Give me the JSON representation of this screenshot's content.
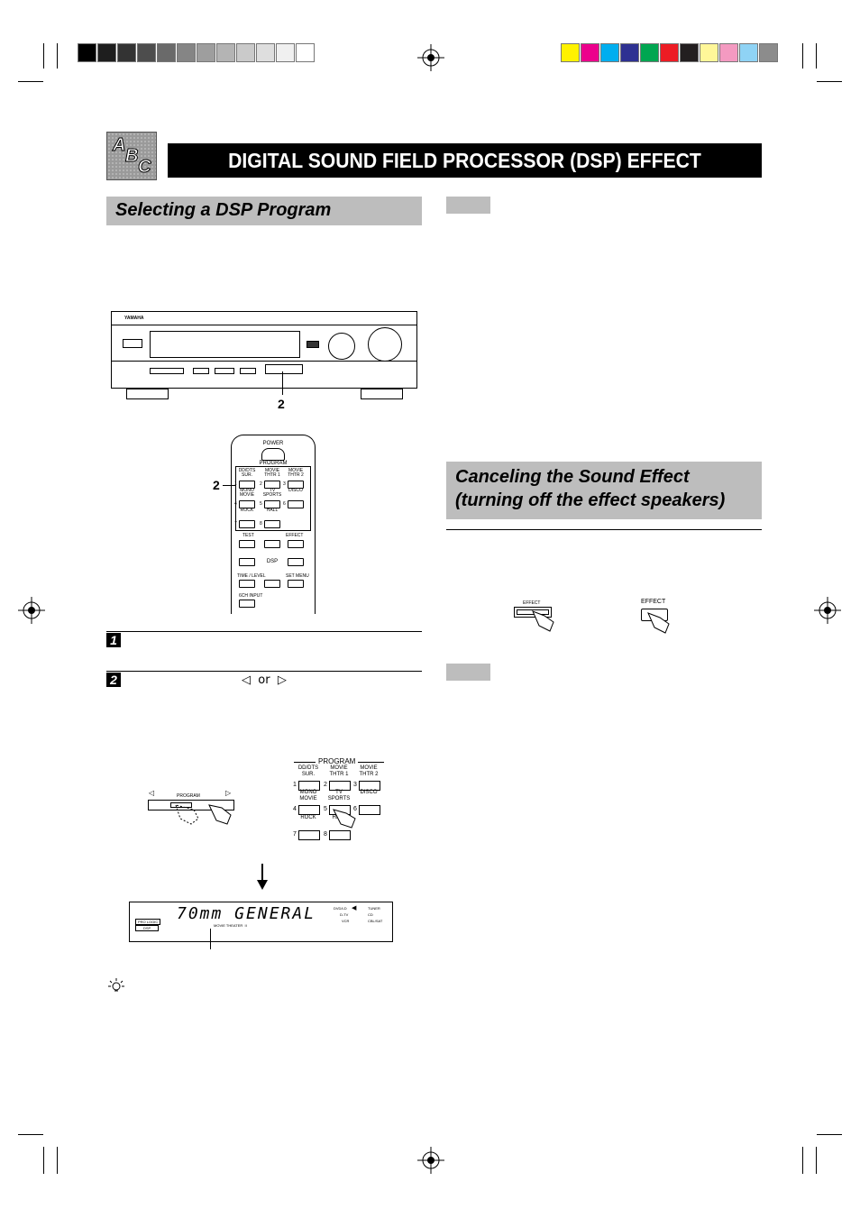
{
  "header": {
    "title": "DIGITAL SOUND FIELD PROCESSOR (DSP) EFFECT",
    "abc_icon_letters": [
      "A",
      "B",
      "C"
    ]
  },
  "colors": {
    "gray_bars": [
      "#000000",
      "#1e1e1e",
      "#333333",
      "#4d4d4d",
      "#6a6a6a",
      "#858585",
      "#9e9e9e",
      "#b4b4b4",
      "#cacaca",
      "#dedede",
      "#f0f0f0",
      "#ffffff"
    ],
    "color_bars": [
      "#fff200",
      "#ec008c",
      "#00aeef",
      "#2e3192",
      "#00a651",
      "#ed1c24",
      "#231f20",
      "#fff799",
      "#f49ac1",
      "#8fd3f5",
      "#8c8c8c"
    ],
    "section_gray": "#bdbdbd"
  },
  "left_section": {
    "title": "Selecting a DSP Program",
    "receiver_brand": "YAMAHA",
    "receiver_callout": "2",
    "remote": {
      "power_label": "POWER",
      "program_label": "PROGRAM",
      "buttons": [
        {
          "num": "1",
          "label": "DD/DTS SUR."
        },
        {
          "num": "2",
          "label": "MOVIE THTR 1"
        },
        {
          "num": "3",
          "label": "MOVIE THTR 2"
        },
        {
          "num": "4",
          "label": "MONO MOVIE"
        },
        {
          "num": "5",
          "label": "TV SPORTS"
        },
        {
          "num": "6",
          "label": "DISCO"
        },
        {
          "num": "7",
          "label": "ROCK"
        },
        {
          "num": "8",
          "label": "HALL"
        }
      ],
      "test_label": "TEST",
      "effect_label": "EFFECT",
      "dsp_label": "DSP",
      "time_level_label": "TIME / LEVEL",
      "set_menu_label": "SET MENU",
      "input_6ch_label": "6CH INPUT",
      "callout": "2"
    },
    "step1_number": "1",
    "step2_number": "2",
    "step2_arrows": "◁  or  ▷",
    "program_slider_label": "PROGRAM",
    "program_panel": {
      "header": "PROGRAM",
      "buttons": [
        {
          "num": "1",
          "label": "DD/DTS SUR."
        },
        {
          "num": "2",
          "label": "MOVIE THTR 1"
        },
        {
          "num": "3",
          "label": "MOVIE THTR 2"
        },
        {
          "num": "4",
          "label": "MONO MOVIE"
        },
        {
          "num": "5",
          "label": "TV SPORTS"
        },
        {
          "num": "6",
          "label": "DISCO"
        },
        {
          "num": "7",
          "label": "ROCK"
        },
        {
          "num": "8",
          "label": "HALL"
        }
      ]
    },
    "display": {
      "main_text": "70mm GENERAL",
      "sub_text": "MOVIE THEATER  II",
      "indicator_prologic": "PRO LOGIC",
      "indicator_dsp": "DSP",
      "inputs_left": [
        "DVD/LD",
        "D-TV",
        "VCR"
      ],
      "inputs_right": [
        "TUNER",
        "CD",
        "CBL/SAT"
      ]
    }
  },
  "right_section": {
    "title": "Canceling the Sound Effect (turning off the effect speakers)",
    "effect_panel_label": "EFFECT",
    "effect_remote_label": "EFFECT"
  }
}
